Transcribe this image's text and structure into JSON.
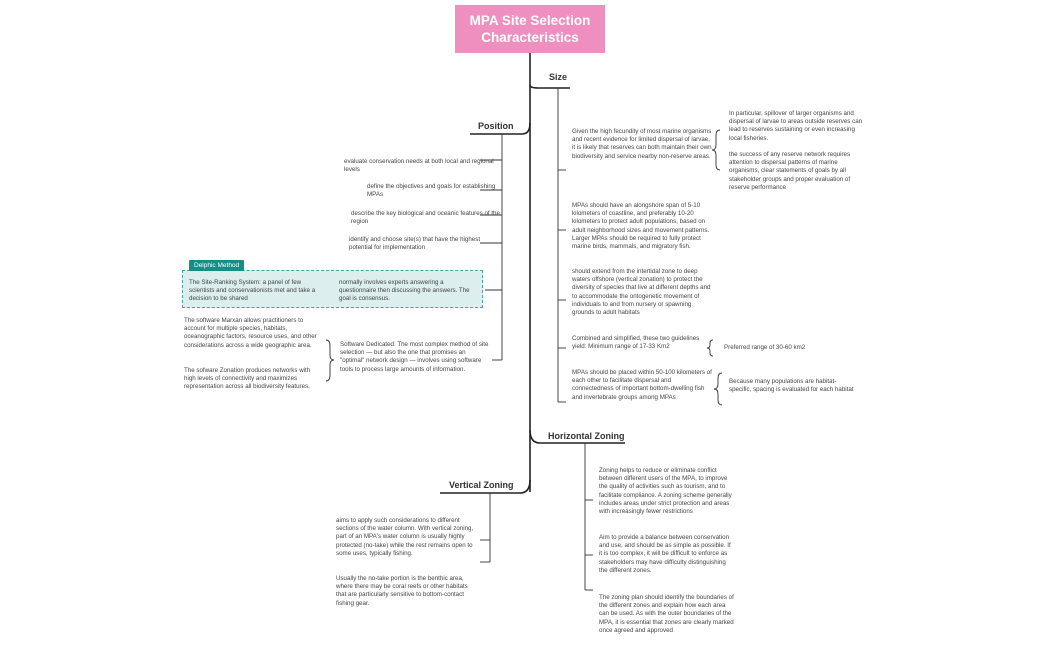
{
  "title": "MPA Site Selection Characteristics",
  "branches": {
    "size": "Size",
    "position": "Position",
    "horizontal": "Horizontal Zoning",
    "vertical": "Vertical Zoning"
  },
  "position": {
    "items": [
      "evaluate conservation needs at both local and regional levels",
      "define the objectives and goals for establishing MPAs",
      "describe the key biological and oceanic features of the region",
      "identify and choose site(s) that have the highest potential for implementation"
    ],
    "delphic": {
      "label": "Delphic Method",
      "left": "The Site-Ranking System: a panel of few scientists and conservationists met and take a decision to be shared",
      "right": "normally involves experts answering a questionnaire then discussing the answers. The goal is consensus."
    },
    "software": {
      "left1": "The software Marxan allows practitioners to account for multiple species, habitats, oceanographic factors, resource uses, and other considerations across a wide geographic area.",
      "left2": "The sofware Zonation produces networks with high levels of connectivity and maximizes representation across all biodiversity features.",
      "right": "Software Dedicated: The most complex method of site selection — but also the one that promises an \"optimal\" network design — involves using software tools to process large amounts of information."
    }
  },
  "size": {
    "item1": "Given the high fecundity of most marine organisms and recent evidence for limited dispersal of larvae, it is likely that reserves can both maintain their own biodiversity and service nearby non-reserve areas.",
    "item1_note1": "In particular, spillover of larger organisms and dispersal of larvae to areas outside reserves can lead to reserves sustaining or even increasing local fisheries.",
    "item1_note2": "the success of any reserve network requires attention to dispersal patterns of marine organisms, clear statements of goals by all stakeholder groups and proper evaluation of reserve performance",
    "item2": "MPAs should have an alongshore span of 5-10 kilometers of coastline, and preferably 10-20 kilometers to protect adult populations, based on adult neighborhood sizes and movement patterns. Larger MPAs should be required to fully protect marine birds, mammals, and migratory fish.",
    "item3": "should extend from the intertidal zone to deep waters offshore (vertical zonation) to protect the diversity of species that live at different depths and to accommodate the ontogenetic movement of individuals to and from nursery or spawning grounds to adult habitats",
    "item4": "Combined and simplified, these two guidelines yield: Minimum range of 17-33 Km2",
    "item4_note": "Preferred range of 30-60 km2",
    "item5": "MPAs should be placed within 50-100 kilometers of each other to facilitate dispersal and connectedness of important bottom-dwelling fish and invertebrate groups among MPAs",
    "item5_note": "Because many populations are habitat-specific, spacing is evaluated for each habitat"
  },
  "horizontal": {
    "item1": "Zoning helps to reduce or eliminate conflict between different users of the MPA, to improve the quality of activities such as tourism, and to facilitate compliance. A zoning scheme generally includes areas under strict protection and areas with increasingly fewer restrictions",
    "item2": "Aim to provide a balance between conservation and use, and should be as simple as possible. If it is too complex, it will be difficult to enforce as stakeholders may have difficulty distinguishing the different zones.",
    "item3": "The zoning plan should identify the boundaries of the different zones and explain how each area can be used. As with the outer boundaries of the MPA, it is essential that zones are clearly marked once agreed and approved"
  },
  "vertical": {
    "item1": "aims to apply such considerations to different sections of the water column. With vertical zoning, part of an MPA's water column is usually highly protected (no-take) while the rest remains open to some uses, typically fishing.",
    "item2": "Usually the no-take portion is the benthic area, where there may be coral reefs or other habitats that are particularly sensitive to bottom-contact fishing gear."
  }
}
